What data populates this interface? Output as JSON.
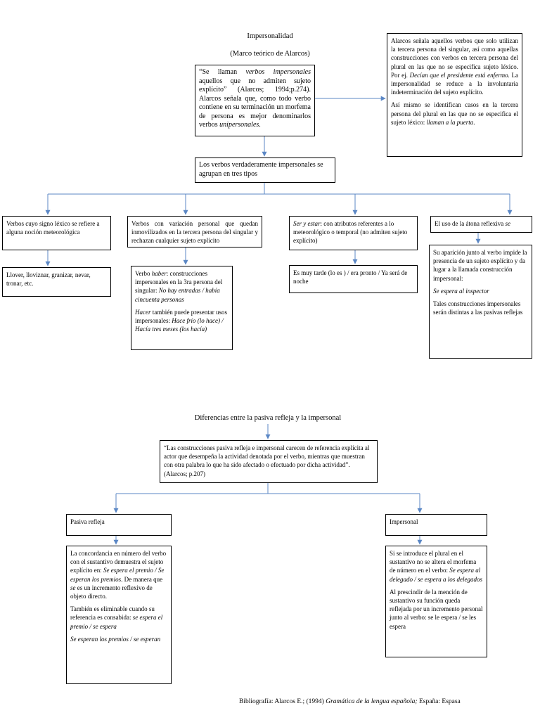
{
  "section1": {
    "title": "Impersonalidad",
    "subtitle": "(Marco teórico de Alarcos)",
    "definition": {
      "q1": "“Se llaman ",
      "q2": "verbos impersonales",
      "q3": " aquellos que no admiten sujeto explícito” (Alarcos; 1994;p.274). Alarcos señala que, como todo verbo contiene en su terminación un morfema de persona es mejor denominarlos verbos ",
      "q4": "unipersonales",
      "q5": "."
    },
    "side_note": {
      "p1a": "Alarcos señala aquellos verbos que solo utilizan la tercera persona del singular, así como aquellas construcciones con verbos en tercera persona del plural en las que no se especifica sujeto léxico. Por ej. ",
      "p1b": "Decían que el presidente está enfermo.",
      "p1c": " La impersonalidad se reduce a la involuntaria indeterminación del sujeto explícito.",
      "p2a": "Así mismo se identifican casos en la tercera persona del plural en las que no se especifica el sujeto léxico: ",
      "p2b": "llaman a la puerta",
      "p2c": "."
    },
    "types_box": "Los verbos verdaderamente impersonales se agrupan en tres tipos",
    "cat1": {
      "label": "Verbos cuyo signo léxico se refiere a alguna noción meteorológica",
      "detail": "Llover, lloviznar, granizar, nevar, tronar, etc."
    },
    "cat2": {
      "label": "Verbos con variación personal que quedan inmovilizados en la tercera persona del singular y rechazan cualquier sujeto explícito",
      "d1a": "Verbo ",
      "d1b": "haber",
      "d1c": ": construcciones impersonales en la 3ra persona del singular: ",
      "d1d": "No hay entradas / había cincuenta personas",
      "d2a": "Hacer",
      "d2b": " también puede presentar usos impersonales: ",
      "d2c": "Hace frío (lo hace) / Hacía tres meses (los hacía)"
    },
    "cat3": {
      "la": "Ser y estar",
      "lb": ": con atributos referentes a lo meteorológico o temporal (no admiten sujeto explícito)",
      "detail": "Es muy tarde (lo es ) / era pronto / Ya será de noche"
    },
    "cat4": {
      "la": "El uso de la átona reflexiva ",
      "lb": "se",
      "d1": "Su aparición junto al verbo impide la presencia de un sujeto explícito y da lugar a la llamada construcción impersonal:",
      "d2": "Se espera al inspector",
      "d3": "Tales construcciones impersonales serán distintas a las pasivas reflejas"
    }
  },
  "section2": {
    "title": "Diferencias entre la pasiva refleja y la impersonal",
    "quote": "“Las construcciones pasiva refleja e impersonal carecen de referencia explícita al actor que desempeña la actividad denotada por el verbo, mientras que muestran con otra palabra lo que ha sido afectado o efectuado  por dicha actividad”. (Alarcos; p.207)",
    "pasiva": {
      "label": "Pasiva refleja",
      "p1a": "La concordancia en número del verbo con el sustantivo demuestra el sujeto explícito en: ",
      "p1b": "Se espera el premio / Se esperan los premios",
      "p1c": ". De manera que ",
      "p1d": "se",
      "p1e": " es un incremento reflexivo de objeto directo.",
      "p2a": "También es eliminable cuando su referencia es consabida: ",
      "p2b": "se espera el premio / se espera",
      "p3": "Se esperan los premios / se esperan"
    },
    "impersonal": {
      "label": "Impersonal",
      "p1a": "Si se introduce el plural en el sustantivo no se altera el morfema de número en el verbo: ",
      "p1b": "Se espera al delegado / se espera a los delegados",
      "p2": "Al prescindir de la mención de sustantivo su función queda reflejada por un incremento personal junto al verbo: se le espera / se les espera"
    }
  },
  "bibliography": {
    "a": "Bibliografía: Alarcos E.; (1994) ",
    "b": "Gramática de la lengua española;",
    "c": " España: Espasa"
  },
  "colors": {
    "connector": "#5b87c5",
    "border": "#000000"
  }
}
